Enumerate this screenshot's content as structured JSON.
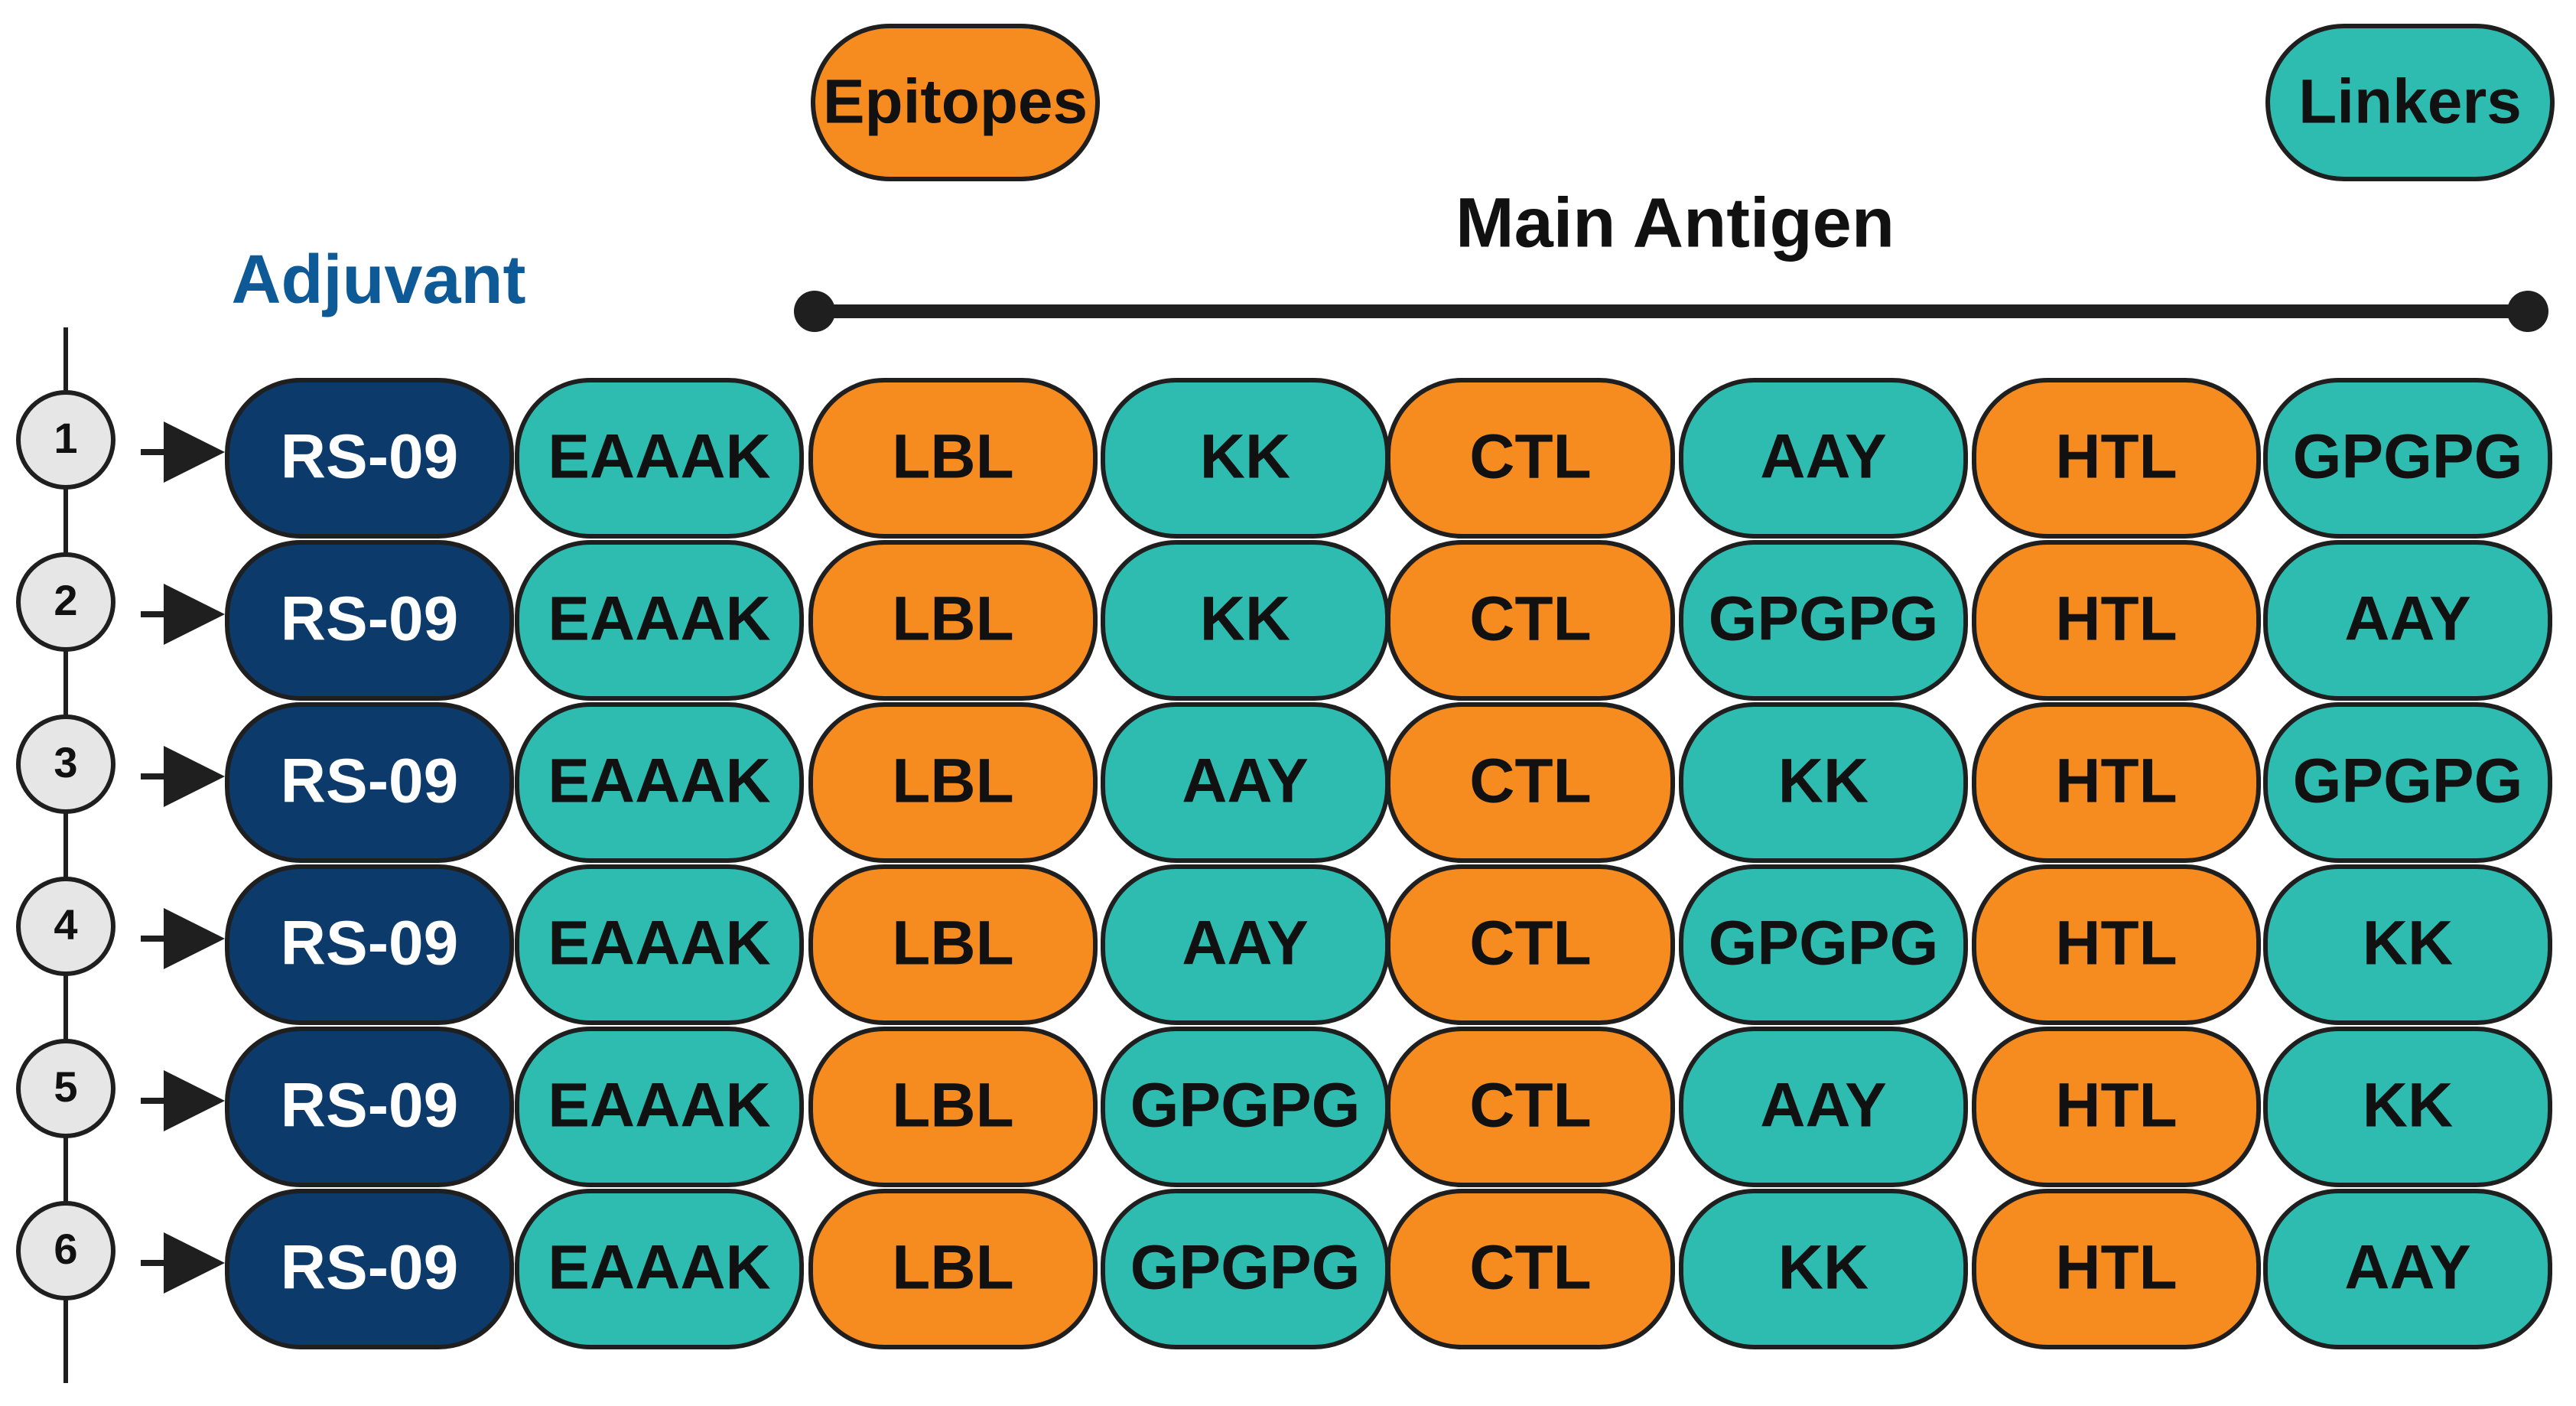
{
  "legend": {
    "epitopes_label": "Epitopes",
    "linkers_label": "Linkers"
  },
  "main_antigen_label": "Main Antigen",
  "adjuvant_label": "Adjuvant",
  "colors": {
    "adjuvant": "#0b3a6b",
    "epitope": "#f68b1f",
    "linker": "#2fbcb0",
    "adjuvant_title": "#0d5a96",
    "outline": "#1f1f1f",
    "circle_fill": "#e6e6e6",
    "text_light": "#ffffff",
    "text_dark": "#111111"
  },
  "constructs": [
    {
      "number": "1",
      "segments": [
        {
          "label": "RS-09",
          "kind": "adjuvant"
        },
        {
          "label": "EAAAK",
          "kind": "linker"
        },
        {
          "label": "LBL",
          "kind": "epitope"
        },
        {
          "label": "KK",
          "kind": "linker"
        },
        {
          "label": "CTL",
          "kind": "epitope"
        },
        {
          "label": "AAY",
          "kind": "linker"
        },
        {
          "label": "HTL",
          "kind": "epitope"
        },
        {
          "label": "GPGPG",
          "kind": "linker"
        }
      ]
    },
    {
      "number": "2",
      "segments": [
        {
          "label": "RS-09",
          "kind": "adjuvant"
        },
        {
          "label": "EAAAK",
          "kind": "linker"
        },
        {
          "label": "LBL",
          "kind": "epitope"
        },
        {
          "label": "KK",
          "kind": "linker"
        },
        {
          "label": "CTL",
          "kind": "epitope"
        },
        {
          "label": "GPGPG",
          "kind": "linker"
        },
        {
          "label": "HTL",
          "kind": "epitope"
        },
        {
          "label": "AAY",
          "kind": "linker"
        }
      ]
    },
    {
      "number": "3",
      "segments": [
        {
          "label": "RS-09",
          "kind": "adjuvant"
        },
        {
          "label": "EAAAK",
          "kind": "linker"
        },
        {
          "label": "LBL",
          "kind": "epitope"
        },
        {
          "label": "AAY",
          "kind": "linker"
        },
        {
          "label": "CTL",
          "kind": "epitope"
        },
        {
          "label": "KK",
          "kind": "linker"
        },
        {
          "label": "HTL",
          "kind": "epitope"
        },
        {
          "label": "GPGPG",
          "kind": "linker"
        }
      ]
    },
    {
      "number": "4",
      "segments": [
        {
          "label": "RS-09",
          "kind": "adjuvant"
        },
        {
          "label": "EAAAK",
          "kind": "linker"
        },
        {
          "label": "LBL",
          "kind": "epitope"
        },
        {
          "label": "AAY",
          "kind": "linker"
        },
        {
          "label": "CTL",
          "kind": "epitope"
        },
        {
          "label": "GPGPG",
          "kind": "linker"
        },
        {
          "label": "HTL",
          "kind": "epitope"
        },
        {
          "label": "KK",
          "kind": "linker"
        }
      ]
    },
    {
      "number": "5",
      "segments": [
        {
          "label": "RS-09",
          "kind": "adjuvant"
        },
        {
          "label": "EAAAK",
          "kind": "linker"
        },
        {
          "label": "LBL",
          "kind": "epitope"
        },
        {
          "label": "GPGPG",
          "kind": "linker"
        },
        {
          "label": "CTL",
          "kind": "epitope"
        },
        {
          "label": "AAY",
          "kind": "linker"
        },
        {
          "label": "HTL",
          "kind": "epitope"
        },
        {
          "label": "KK",
          "kind": "linker"
        }
      ]
    },
    {
      "number": "6",
      "segments": [
        {
          "label": "RS-09",
          "kind": "adjuvant"
        },
        {
          "label": "EAAAK",
          "kind": "linker"
        },
        {
          "label": "LBL",
          "kind": "epitope"
        },
        {
          "label": "GPGPG",
          "kind": "linker"
        },
        {
          "label": "CTL",
          "kind": "epitope"
        },
        {
          "label": "KK",
          "kind": "linker"
        },
        {
          "label": "HTL",
          "kind": "epitope"
        },
        {
          "label": "AAY",
          "kind": "linker"
        }
      ]
    }
  ]
}
